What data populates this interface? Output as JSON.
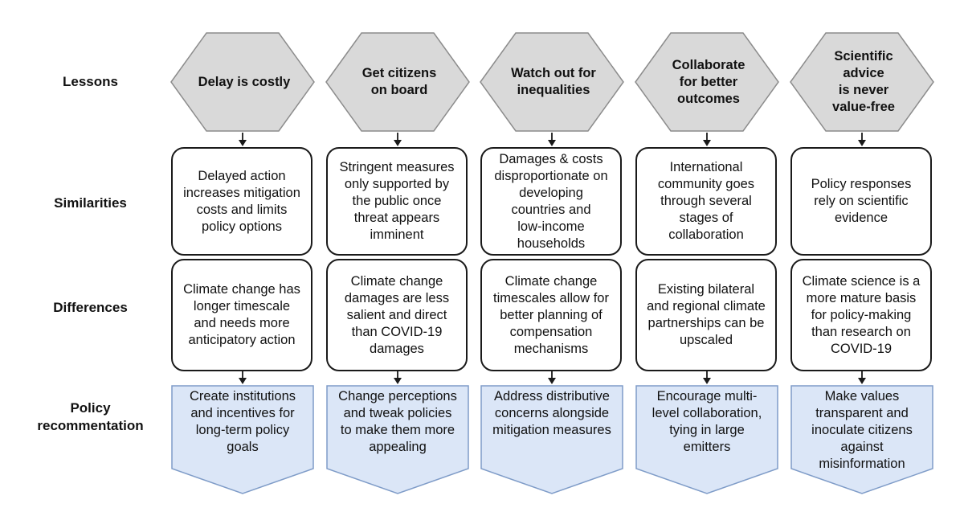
{
  "row_labels": {
    "lessons": "Lessons",
    "similarities": "Similarities",
    "differences": "Differences",
    "policy": "Policy\nrecommentation"
  },
  "colors": {
    "stroke": "#1a1a1a",
    "recommendation_fill": "#dbe6f7",
    "recommendation_stroke": "#7f9cc8"
  },
  "columns": [
    {
      "lesson": "Delay is costly",
      "similarity": "Delayed action\nincreases mitigation\ncosts and limits\npolicy options",
      "difference": "Climate change has\nlonger timescale\nand needs more\nanticipatory action",
      "recommendation": "Create institutions\nand incentives for\nlong-term policy\ngoals"
    },
    {
      "lesson": "Get citizens\non board",
      "similarity": "Stringent measures\nonly supported by\nthe public once\nthreat appears\nimminent",
      "difference": "Climate change\ndamages are less\nsalient and direct\nthan COVID-19\ndamages",
      "recommendation": "Change perceptions\nand tweak policies\nto make them more\nappealing"
    },
    {
      "lesson": "Watch out for\ninequalities",
      "similarity": "Damages & costs\ndisproportionate on\ndeveloping\ncountries and\nlow-income\nhouseholds",
      "difference": "Climate change\ntimescales allow for\nbetter planning of\ncompensation\nmechanisms",
      "recommendation": "Address distributive\nconcerns alongside\nmitigation measures"
    },
    {
      "lesson": "Collaborate\nfor better\noutcomes",
      "similarity": "International\ncommunity goes\nthrough several\nstages of\ncollaboration",
      "difference": "Existing bilateral\nand regional climate\npartnerships can be\nupscaled",
      "recommendation": "Encourage multi-\nlevel collaboration,\ntying in large\nemitters"
    },
    {
      "lesson": "Scientific\nadvice\nis never\nvalue-free",
      "similarity": "Policy responses\nrely on scientific\nevidence",
      "difference": "Climate science is a\nmore mature basis\nfor policy-making\nthan research on\nCOVID-19",
      "recommendation": "Make values\ntransparent and\ninoculate citizens\nagainst\nmisinformation"
    }
  ]
}
